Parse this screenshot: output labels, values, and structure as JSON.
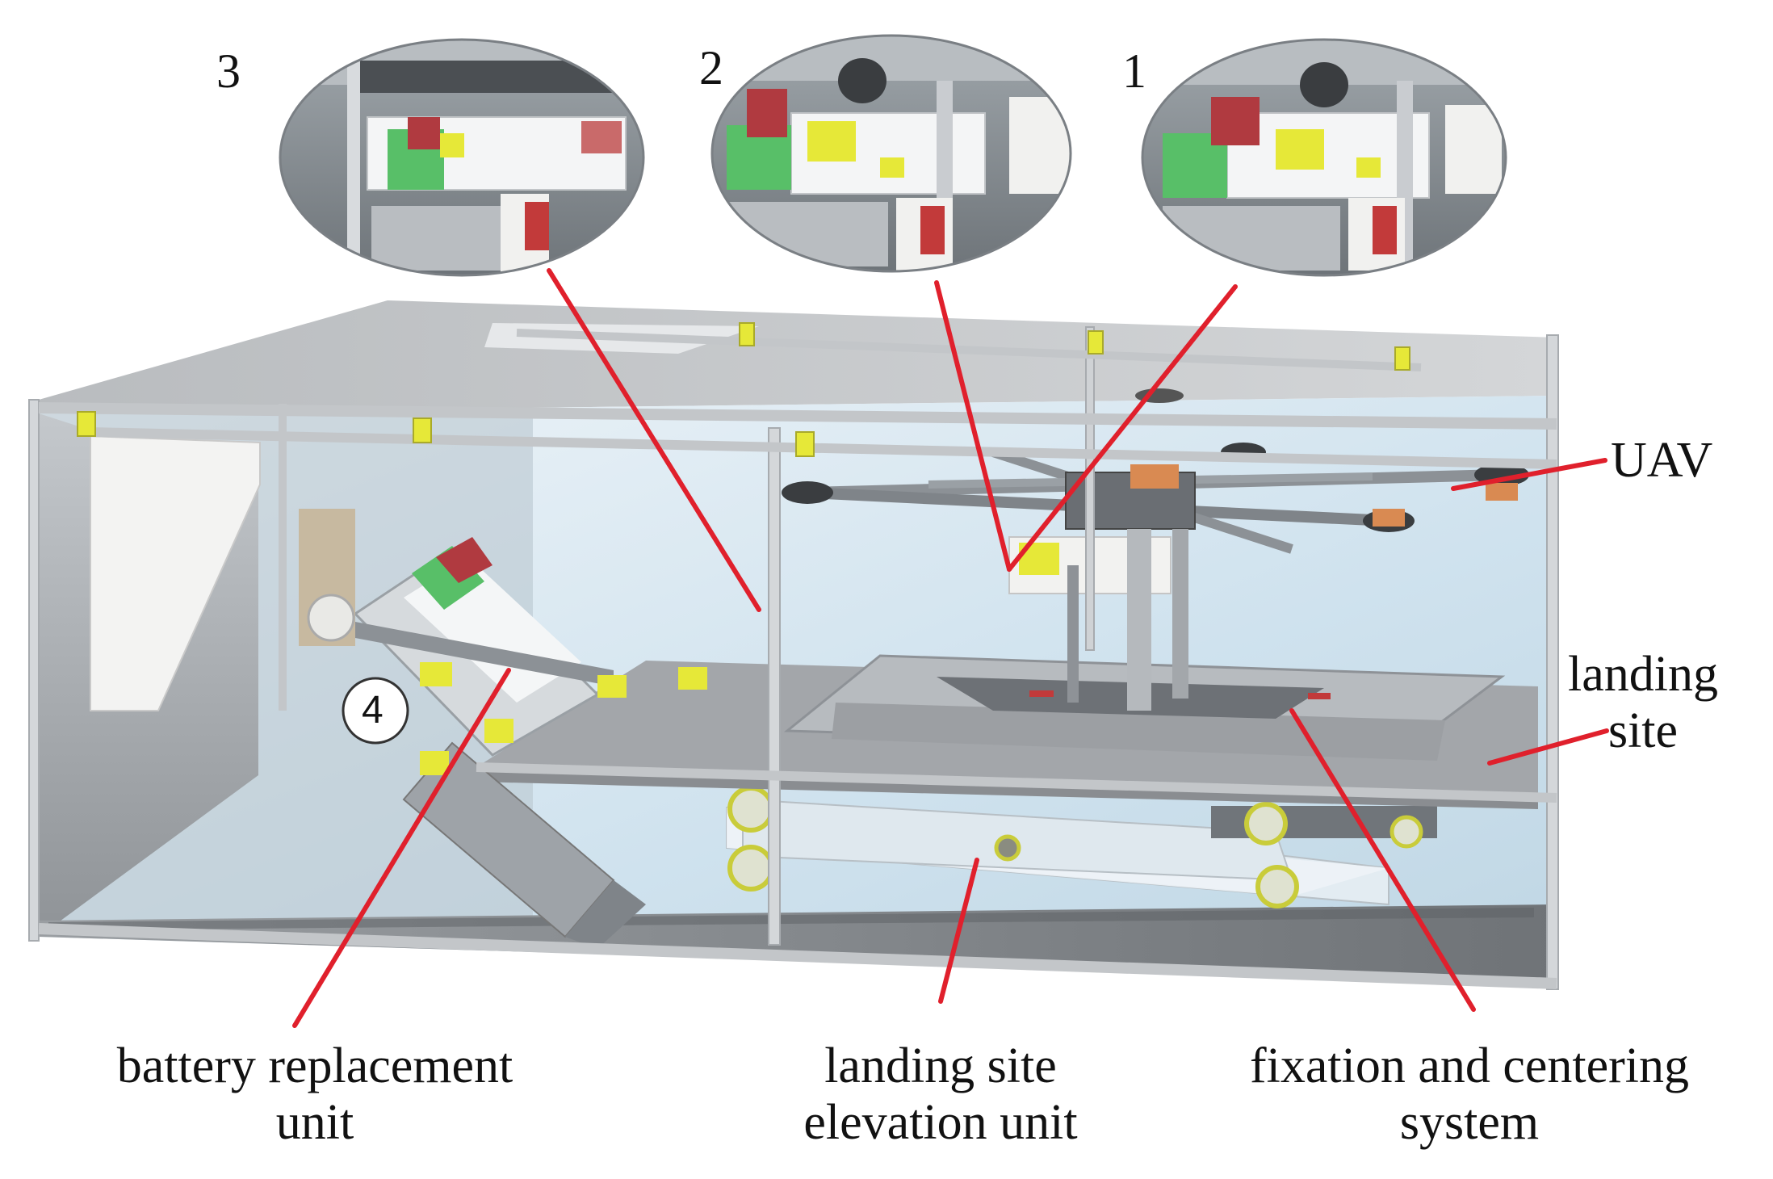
{
  "callouts": {
    "inset_3": "3",
    "inset_2": "2",
    "inset_1": "1",
    "marker_4": "4"
  },
  "labels": {
    "uav": "UAV",
    "landing_site": [
      "landing",
      "site"
    ],
    "battery_replacement_unit": [
      "battery replacement",
      "unit"
    ],
    "landing_site_elevation_unit": [
      "landing site",
      "elevation unit"
    ],
    "fixation_and_centering_system": [
      "fixation and centering",
      "system"
    ]
  },
  "colors": {
    "leader_line": "#e0202c",
    "frame": "#b8bcc2",
    "panel_dark": "#8c9095",
    "platform": "#a7aaae",
    "interior_blue": "#d9e9f3",
    "bracket_yellow": "#e6e838",
    "battery_green": "#5cc36a",
    "clamp_red": "#b8363a",
    "motor_orange": "#d98a52"
  }
}
